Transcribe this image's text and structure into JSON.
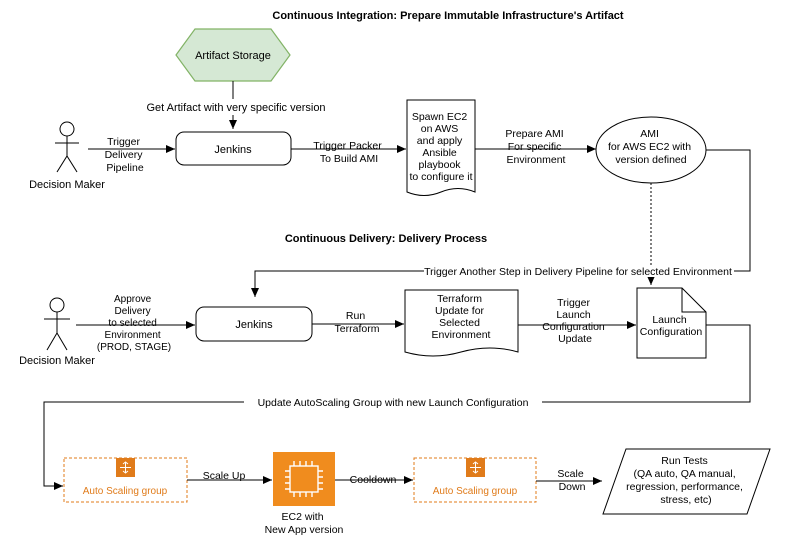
{
  "ci_title": "Continuous Integration: Prepare Immutable Infrastructure's Artifact",
  "cd_title": "Continuous Delivery: Delivery Process",
  "artifact_storage": "Artifact Storage",
  "get_artifact": "Get Artifact with very specific version",
  "decision_maker_1": "Decision Maker",
  "trigger_delivery": [
    "Trigger",
    "Delivery",
    "Pipeline"
  ],
  "jenkins_1": "Jenkins",
  "trigger_packer": [
    "Trigger Packer",
    "To Build AMI"
  ],
  "spawn_ec2": [
    "Spawn EC2",
    "on AWS",
    "and apply",
    "Ansible",
    "playbook",
    "to configure it"
  ],
  "prepare_ami": [
    "Prepare AMI",
    "For specific",
    "Environment"
  ],
  "ami": [
    "AMI",
    "for AWS EC2 with",
    "version defined"
  ],
  "trigger_another": "Trigger Another Step in Delivery Pipeline for selected Environment",
  "decision_maker_2": "Decision Maker",
  "approve_delivery": [
    "Approve",
    "Delivery",
    "to selected",
    "Environment",
    "(PROD, STAGE)"
  ],
  "jenkins_2": "Jenkins",
  "run_terraform": [
    "Run",
    "Terraform"
  ],
  "terraform_update": [
    "Terraform",
    "Update for",
    "Selected",
    "Environment"
  ],
  "trigger_launch": [
    "Trigger",
    "Launch",
    "Configuration",
    "Update"
  ],
  "launch_config": [
    "Launch",
    "Configuration"
  ],
  "update_asg": "Update AutoScaling Group with new Launch Configuration",
  "asg_1": "Auto Scaling group",
  "scale_up": "Scale Up",
  "ec2_label": [
    "EC2 with",
    "New App version"
  ],
  "cooldown": "Cooldown",
  "asg_2": "Auto Scaling group",
  "scale_down": [
    "Scale",
    "Down"
  ],
  "run_tests": [
    "Run Tests",
    "(QA auto, QA manual,",
    "regression, performance,",
    "stress, etc)"
  ],
  "colors": {
    "hexagon_fill": "#d5e8d4",
    "hexagon_stroke": "#82b366",
    "aws_orange": "#e07b1a",
    "ec2_orange": "#f08c1e"
  }
}
